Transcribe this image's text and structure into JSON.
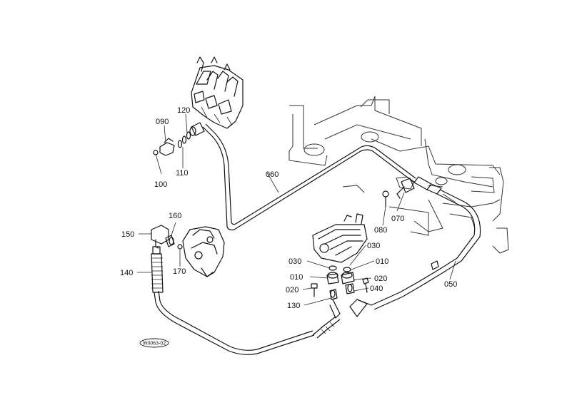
{
  "diagram": {
    "reference_code": "W0063-02",
    "labels": {
      "p010a": "010",
      "p010b": "010",
      "p020a": "020",
      "p020b": "020",
      "p030a": "030",
      "p030b": "030",
      "p040": "040",
      "p050": "050",
      "p060": "060",
      "p070": "070",
      "p080": "080",
      "p090": "090",
      "p100": "100",
      "p110": "110",
      "p120": "120",
      "p130": "130",
      "p140": "140",
      "p150": "150",
      "p160": "160",
      "p170": "170"
    }
  }
}
